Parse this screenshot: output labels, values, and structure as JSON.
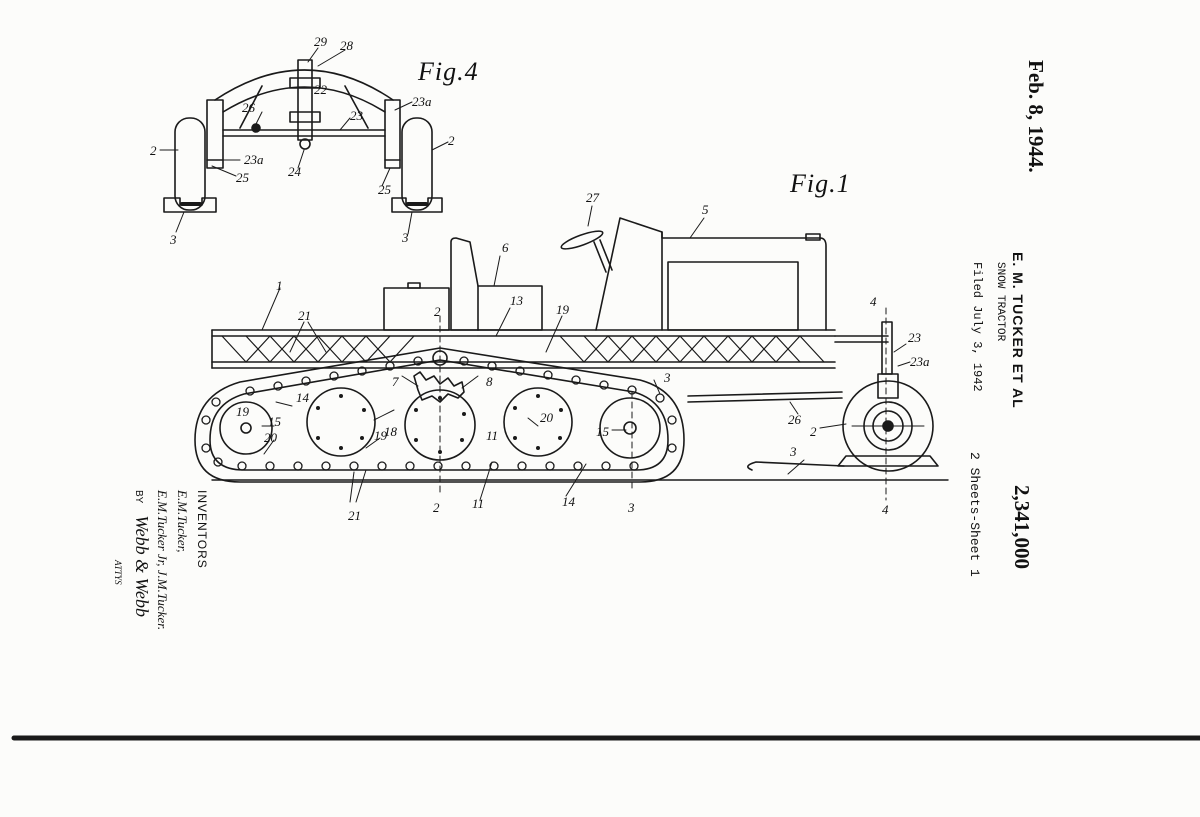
{
  "header": {
    "date": "Feb. 8, 1944.",
    "inventors_short": "E. M. TUCKER ET AL",
    "title": "SNOW TRACTOR",
    "filed": "Filed July 3, 1942",
    "sheets": "2 Sheets-Sheet 1",
    "number": "2,341,000"
  },
  "figures": {
    "fig1": "Fig.1",
    "fig4": "Fig.4"
  },
  "labels": {
    "l29": "29",
    "l28": "28",
    "l22": "22",
    "l26": "26",
    "l23a": "23a",
    "l23": "23",
    "l2": "2",
    "l25": "25",
    "l24": "24",
    "l3": "3",
    "l27": "27",
    "l5": "5",
    "l6": "6",
    "l13": "13",
    "l19": "19",
    "l1": "1",
    "l21": "21",
    "l4": "4",
    "l7": "7",
    "l8": "8",
    "l14": "14",
    "l18": "18",
    "l20": "20",
    "l15": "15",
    "l11": "11"
  },
  "inventors": {
    "heading": "INVENTORS",
    "name1": "E.M.Tucker,",
    "name2": "E.M.Tucker Jr, J.M.Tucker.",
    "by": "BY",
    "signature": "Webb & Webb",
    "attys": "ATTYS"
  }
}
